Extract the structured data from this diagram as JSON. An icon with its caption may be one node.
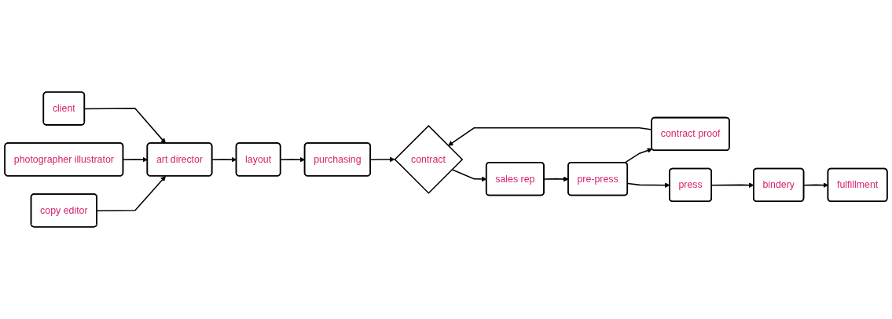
{
  "diagram": {
    "nodes": [
      {
        "text": [
          "copy editor"
        ]
      },
      {
        "text": [
          "photographer illustrator"
        ]
      },
      {
        "text": [
          "client"
        ]
      },
      {
        "text": [
          "art director"
        ]
      },
      {
        "text": [
          "layout"
        ]
      },
      {
        "text": [
          "purchasing"
        ]
      },
      {
        "text": [
          "contract proof"
        ]
      },
      {
        "text": [
          "contract"
        ]
      },
      {
        "text": [
          "fulfillment"
        ]
      },
      {
        "text": [
          "bindery"
        ]
      },
      {
        "text": [
          "press"
        ]
      },
      {
        "text": [
          "pre-press"
        ]
      },
      {
        "text": [
          "sales rep"
        ]
      }
    ],
    "edges": [
      {
        "from": 0,
        "to": 3,
        "arrow": "to"
      },
      {
        "from": 1,
        "to": 3,
        "arrow": "to"
      },
      {
        "from": 2,
        "to": 3,
        "arrow": "to"
      },
      {
        "from": 3,
        "to": 4,
        "arrow": "to"
      },
      {
        "from": 4,
        "to": 5,
        "arrow": "to"
      },
      {
        "from": 5,
        "to": 7,
        "arrow": "to"
      },
      {
        "from": 6,
        "to": 7,
        "arrow": "to"
      },
      {
        "from": 7,
        "to": 12,
        "arrow": "to"
      },
      {
        "from": 12,
        "to": 11,
        "arrow": "to"
      },
      {
        "from": 11,
        "to": 6,
        "arrow": "to"
      },
      {
        "from": 11,
        "to": 10,
        "arrow": "to"
      },
      {
        "from": 10,
        "to": 9,
        "arrow": "to"
      },
      {
        "from": 9,
        "to": 8,
        "arrow": "to"
      }
    ]
  }
}
